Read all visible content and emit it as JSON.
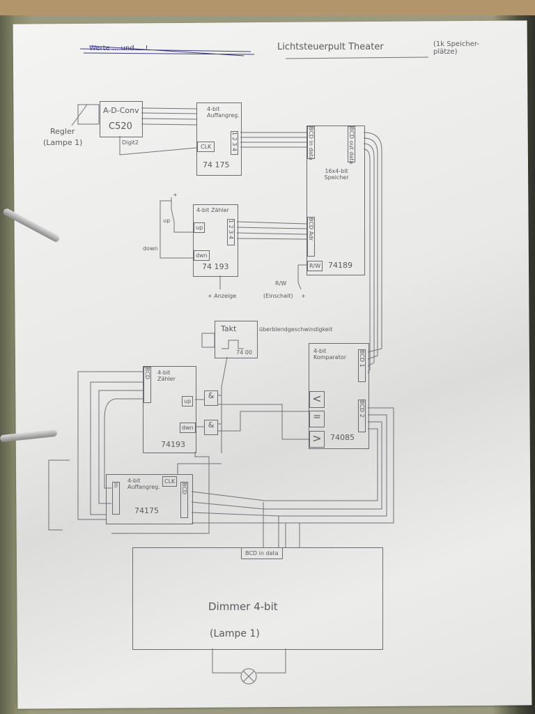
{
  "header": {
    "struck_text": "Werte ... und ... !",
    "title": "Lichtsteuerpult Theater",
    "note": "(1k Speicher-plätze)"
  },
  "adc": {
    "label": "A-D-Conv",
    "chip": "C520",
    "output_label": "Digit2",
    "regler_label": "Regler",
    "regler_sub": "(Lampe 1)"
  },
  "register_top": {
    "label": "4-bit Auffangreg.",
    "clk": "CLK",
    "chip": "74 175",
    "pins": "1 2 3 4"
  },
  "memory": {
    "label": "16x4-bit Speicher",
    "data_in": "BCD in data",
    "data_out": "BCD out data",
    "addr": "BCD Adr",
    "rw": "R/W",
    "chip": "74189"
  },
  "counter_top": {
    "label": "4-bit Zähler",
    "up": "up",
    "down": "dwn",
    "chip": "74 193",
    "switch_up": "up",
    "switch_down": "down",
    "plus": "+",
    "display": "+ Anzeige",
    "pins": "1 2 3 4"
  },
  "rw_switch": {
    "label": "R/W",
    "sub": "(Einschalt)",
    "plus": "+"
  },
  "clock": {
    "label": "Takt",
    "chip": "74 00",
    "speed_label": "überblendgeschwindigkeit"
  },
  "counter_bottom": {
    "label": "4-bit Zähler",
    "up": "up",
    "down": "dwn",
    "chip": "74193",
    "pins": "BCD"
  },
  "gates": {
    "and1": "&",
    "and2": "&"
  },
  "comparator": {
    "label": "4-bit Komparator",
    "lt": "<",
    "eq": "=",
    "gt": ">",
    "chip": "74085",
    "in_a": "BCD 1",
    "in_b": "BCD 2"
  },
  "register_bottom": {
    "label": "4-bit Auffangreg.",
    "clk": "CLK",
    "chip": "74175",
    "pins": "BCD",
    "in": "in"
  },
  "dimmer": {
    "data_in": "BCD in data",
    "label": "Dimmer 4-bit",
    "sub": "(Lampe 1)"
  }
}
